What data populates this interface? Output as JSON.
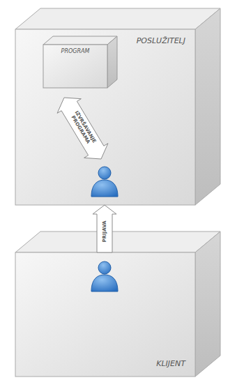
{
  "diagram": {
    "nodes": [
      {
        "text": [
          "POSLUŽITELJ"
        ]
      },
      {
        "text": [
          "PROGRAM"
        ],
        "in": 0
      },
      {
        "text": [
          "KLIJENT"
        ]
      }
    ],
    "edges": [
      {
        "from": 2,
        "to": 0,
        "arrow": "to",
        "label": "PRIJAVA"
      }
    ],
    "labels": [
      "IZVRŠAVANJE PROGRAMA"
    ]
  }
}
